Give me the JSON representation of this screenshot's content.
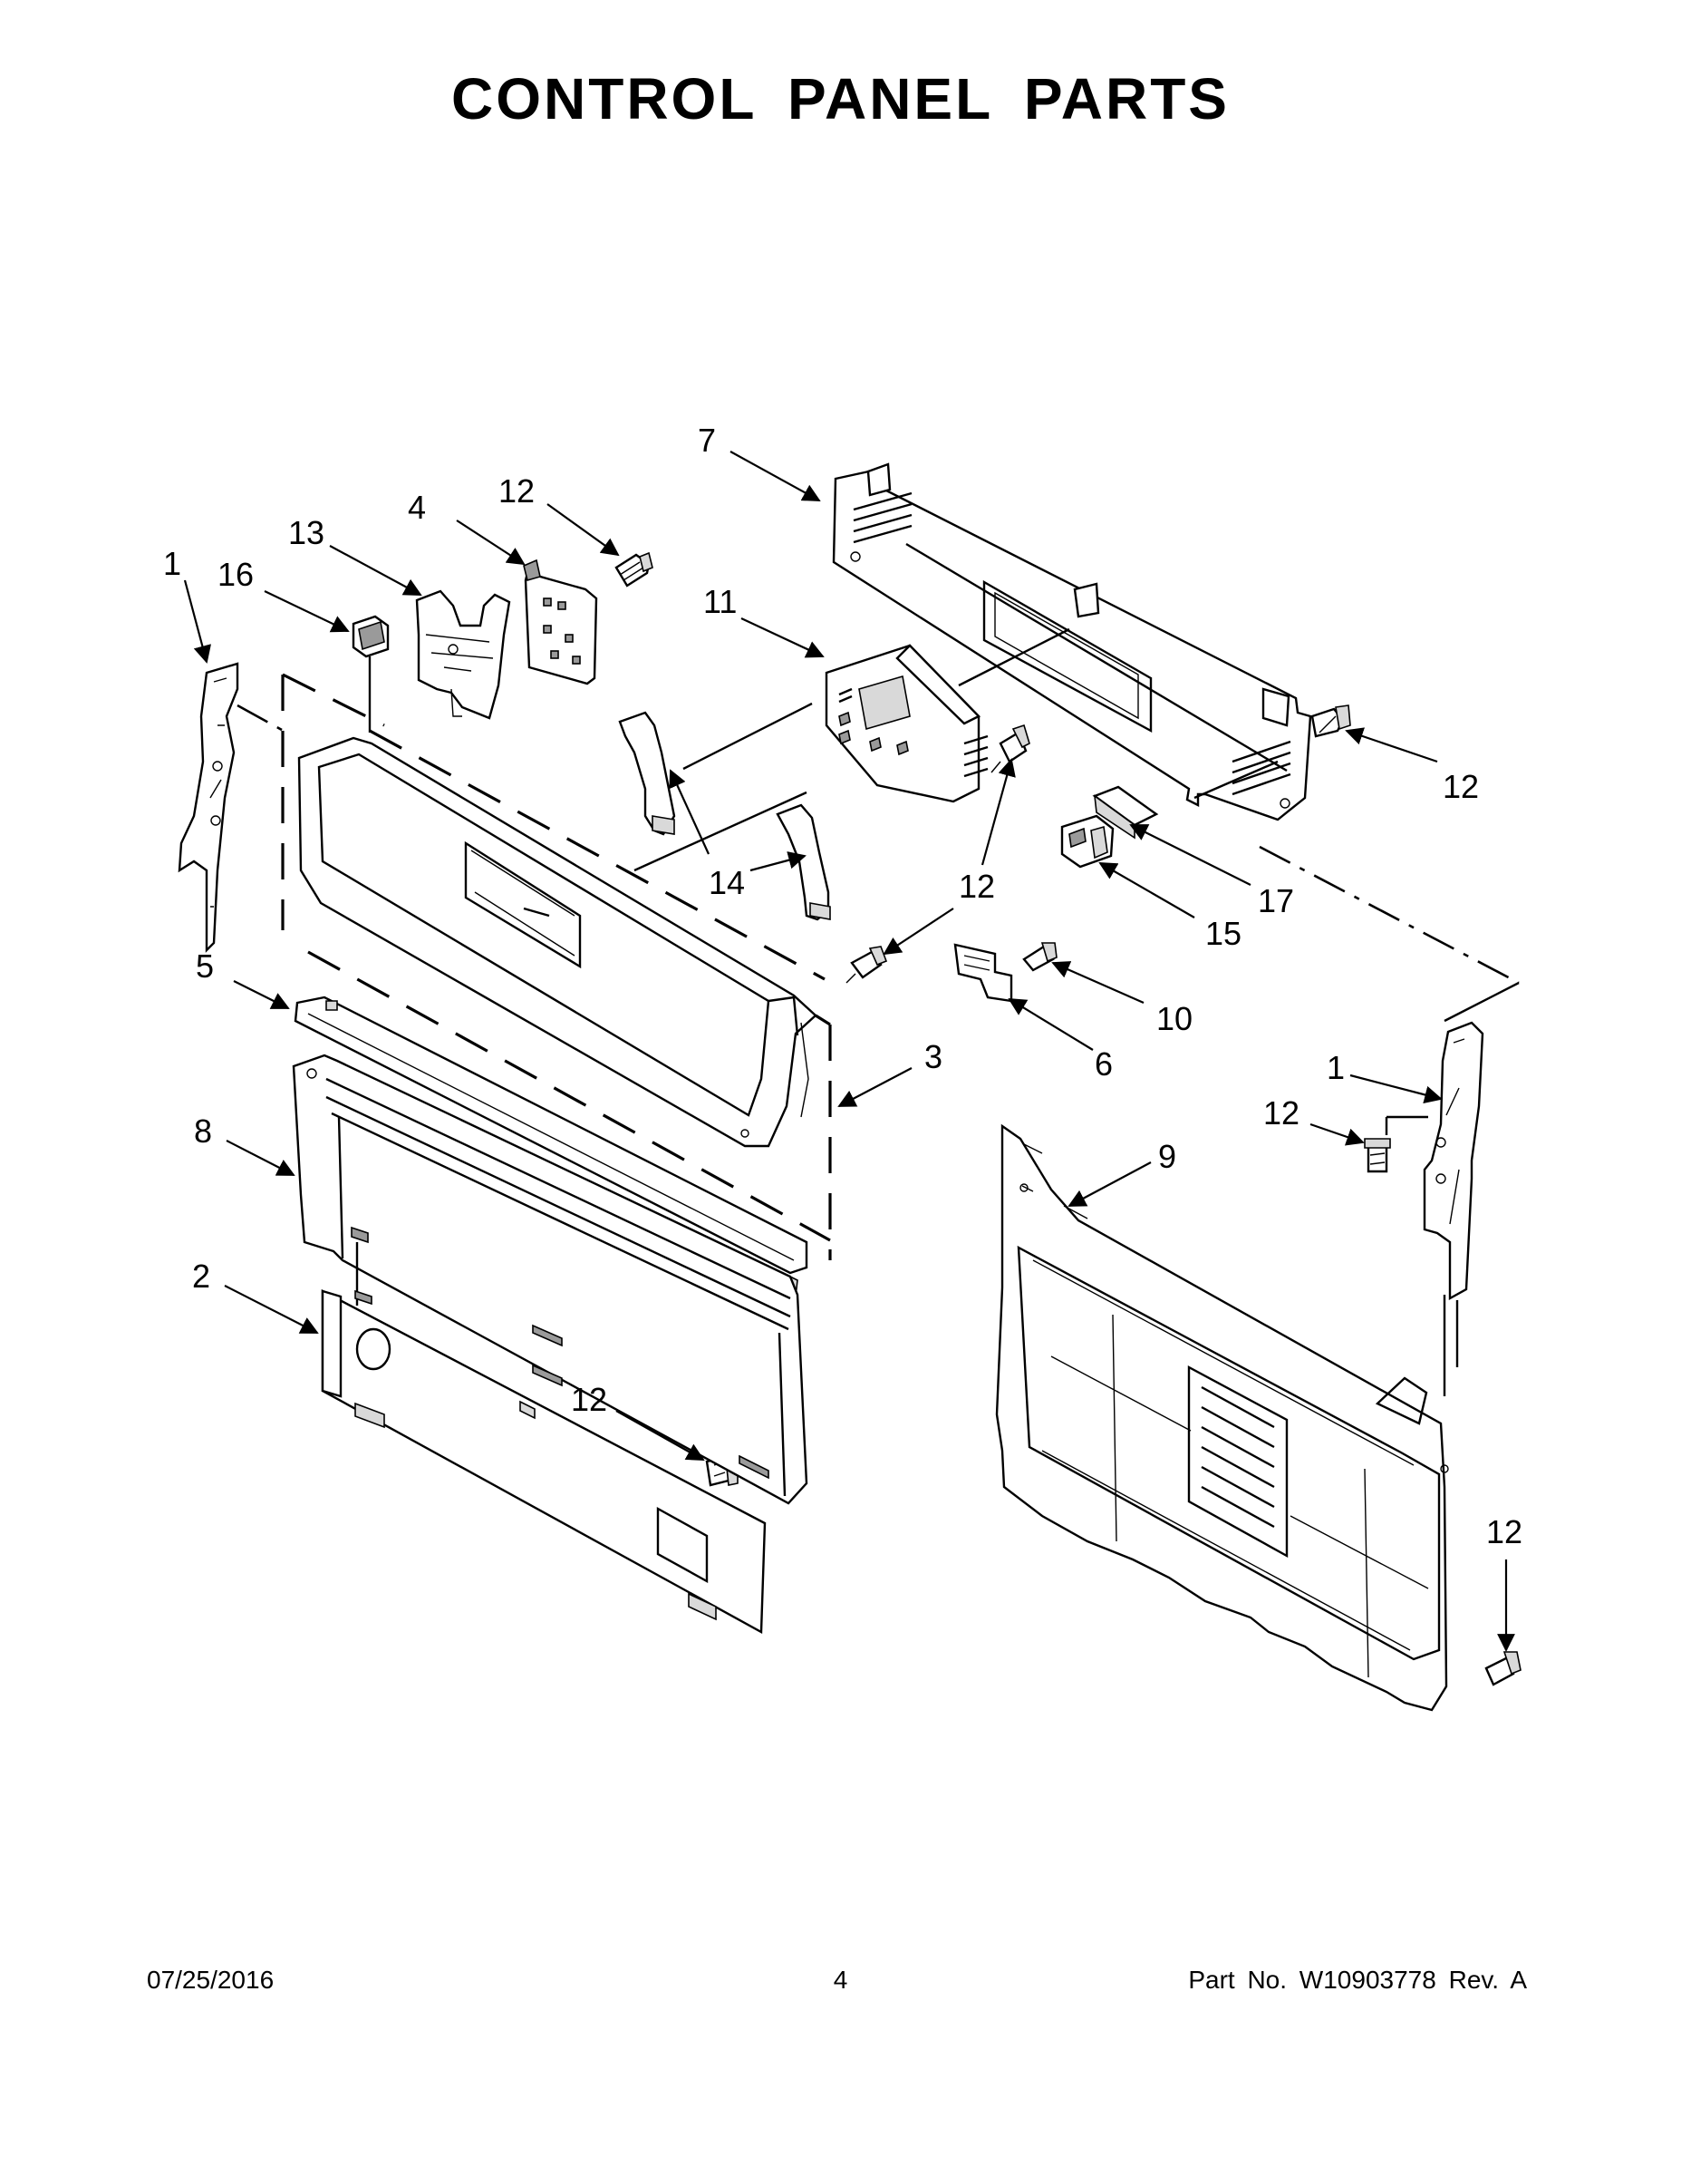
{
  "title": "CONTROL PANEL PARTS",
  "footer": {
    "date": "07/25/2016",
    "page": "4",
    "part_number": "Part No.  W10903778  Rev.  A"
  },
  "callouts": [
    {
      "id": "c1a",
      "label": "1"
    },
    {
      "id": "c16",
      "label": "16"
    },
    {
      "id": "c13",
      "label": "13"
    },
    {
      "id": "c4",
      "label": "4"
    },
    {
      "id": "c12a",
      "label": "12"
    },
    {
      "id": "c7",
      "label": "7"
    },
    {
      "id": "c11",
      "label": "11"
    },
    {
      "id": "c12b",
      "label": "12"
    },
    {
      "id": "c14",
      "label": "14"
    },
    {
      "id": "c12c",
      "label": "12"
    },
    {
      "id": "c17",
      "label": "17"
    },
    {
      "id": "c15",
      "label": "15"
    },
    {
      "id": "c5",
      "label": "5"
    },
    {
      "id": "c10",
      "label": "10"
    },
    {
      "id": "c6",
      "label": "6"
    },
    {
      "id": "c1b",
      "label": "1"
    },
    {
      "id": "c3",
      "label": "3"
    },
    {
      "id": "c8",
      "label": "8"
    },
    {
      "id": "c12d",
      "label": "12"
    },
    {
      "id": "c9",
      "label": "9"
    },
    {
      "id": "c2",
      "label": "2"
    },
    {
      "id": "c12e",
      "label": "12"
    },
    {
      "id": "c12f",
      "label": "12"
    }
  ]
}
